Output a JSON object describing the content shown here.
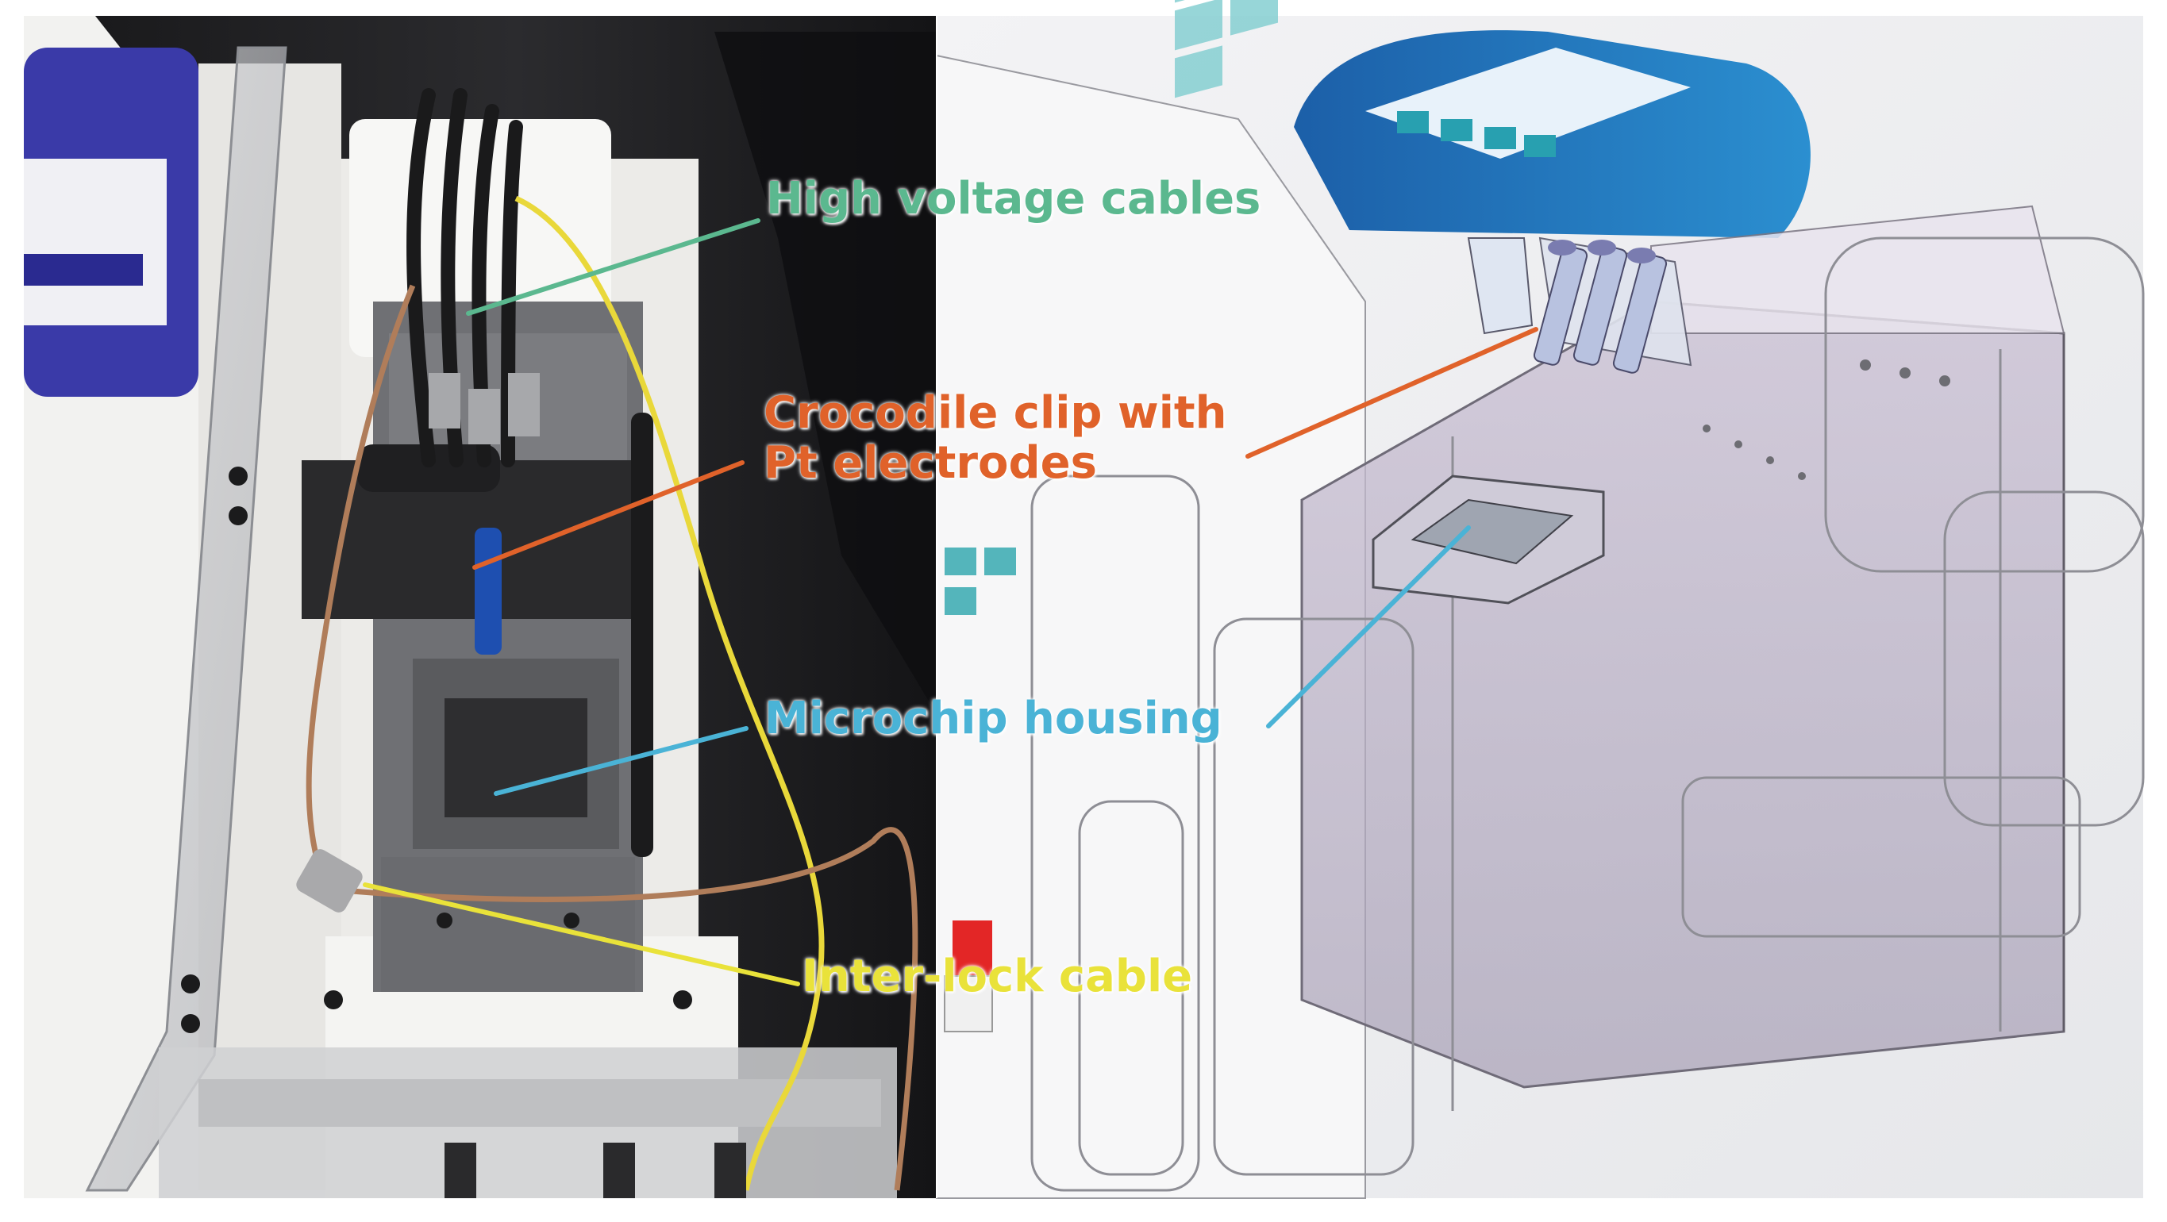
{
  "callouts": {
    "high_voltage_cables": {
      "text": "High voltage cables",
      "color": "#5bb88f"
    },
    "crocodile_clip": {
      "line1": "Crocodile clip with",
      "line2": "Pt electrodes",
      "color": "#e0622a"
    },
    "microchip_housing": {
      "text": "Microchip housing",
      "color": "#4ab3d6"
    },
    "interlock_cable": {
      "text": "Inter-lock cable",
      "color": "#e9e23a"
    }
  },
  "panels": {
    "left": {
      "kind": "photograph"
    },
    "right": {
      "kind": "cad-render"
    }
  }
}
